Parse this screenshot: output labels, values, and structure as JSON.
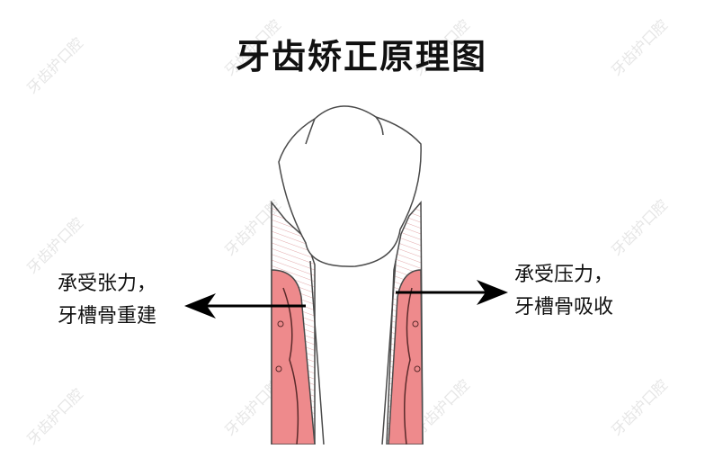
{
  "title": "牙齿矫正原理图",
  "left_label": {
    "line1": "承受张力，",
    "line2": "牙槽骨重建"
  },
  "right_label": {
    "line1": "承受压力，",
    "line2": "牙槽骨吸收"
  },
  "watermark": "牙齿护口腔",
  "colors": {
    "bone": "#ee8a8c",
    "hatch": "#e7b6b8",
    "outline": "#4a4a4a",
    "arrow": "#000000"
  }
}
